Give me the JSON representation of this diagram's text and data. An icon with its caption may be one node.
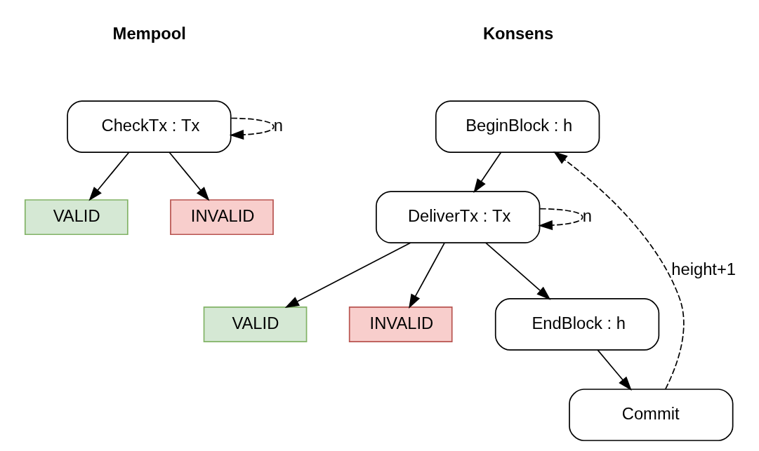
{
  "diagram": {
    "nodes": [
      {
        "text": [
          "VALID"
        ]
      },
      {
        "text": [
          "INVALID"
        ]
      },
      {
        "text": [
          "CheckTx : Tx"
        ]
      },
      {
        "text": [
          "BeginBlock : h"
        ]
      },
      {
        "text": [
          "VALID"
        ]
      },
      {
        "text": [
          "DeliverTx : Tx"
        ]
      },
      {
        "text": [
          "INVALID"
        ]
      },
      {
        "text": [
          "EndBlock : h"
        ]
      },
      {
        "text": [
          "Commit"
        ]
      }
    ],
    "edges": [
      {
        "from": 2,
        "to": 0,
        "arrow": "to"
      },
      {
        "from": 2,
        "to": 1,
        "arrow": "to"
      },
      {
        "from": 2,
        "to": 2,
        "arrow": "to",
        "style": "dashed",
        "label": "n"
      },
      {
        "from": 3,
        "to": 5,
        "arrow": "to"
      },
      {
        "from": 5,
        "to": 4,
        "arrow": "to"
      },
      {
        "from": 5,
        "to": 6,
        "arrow": "to"
      },
      {
        "from": 5,
        "to": 5,
        "arrow": "to",
        "style": "dashed",
        "label": "n"
      },
      {
        "from": 5,
        "to": 7,
        "arrow": "to"
      },
      {
        "from": 7,
        "to": 8,
        "arrow": "to"
      },
      {
        "from": 8,
        "to": 3,
        "arrow": "to",
        "style": "dashed",
        "label": "height+1"
      }
    ],
    "labels": [
      "Mempool",
      "Konsens"
    ]
  }
}
